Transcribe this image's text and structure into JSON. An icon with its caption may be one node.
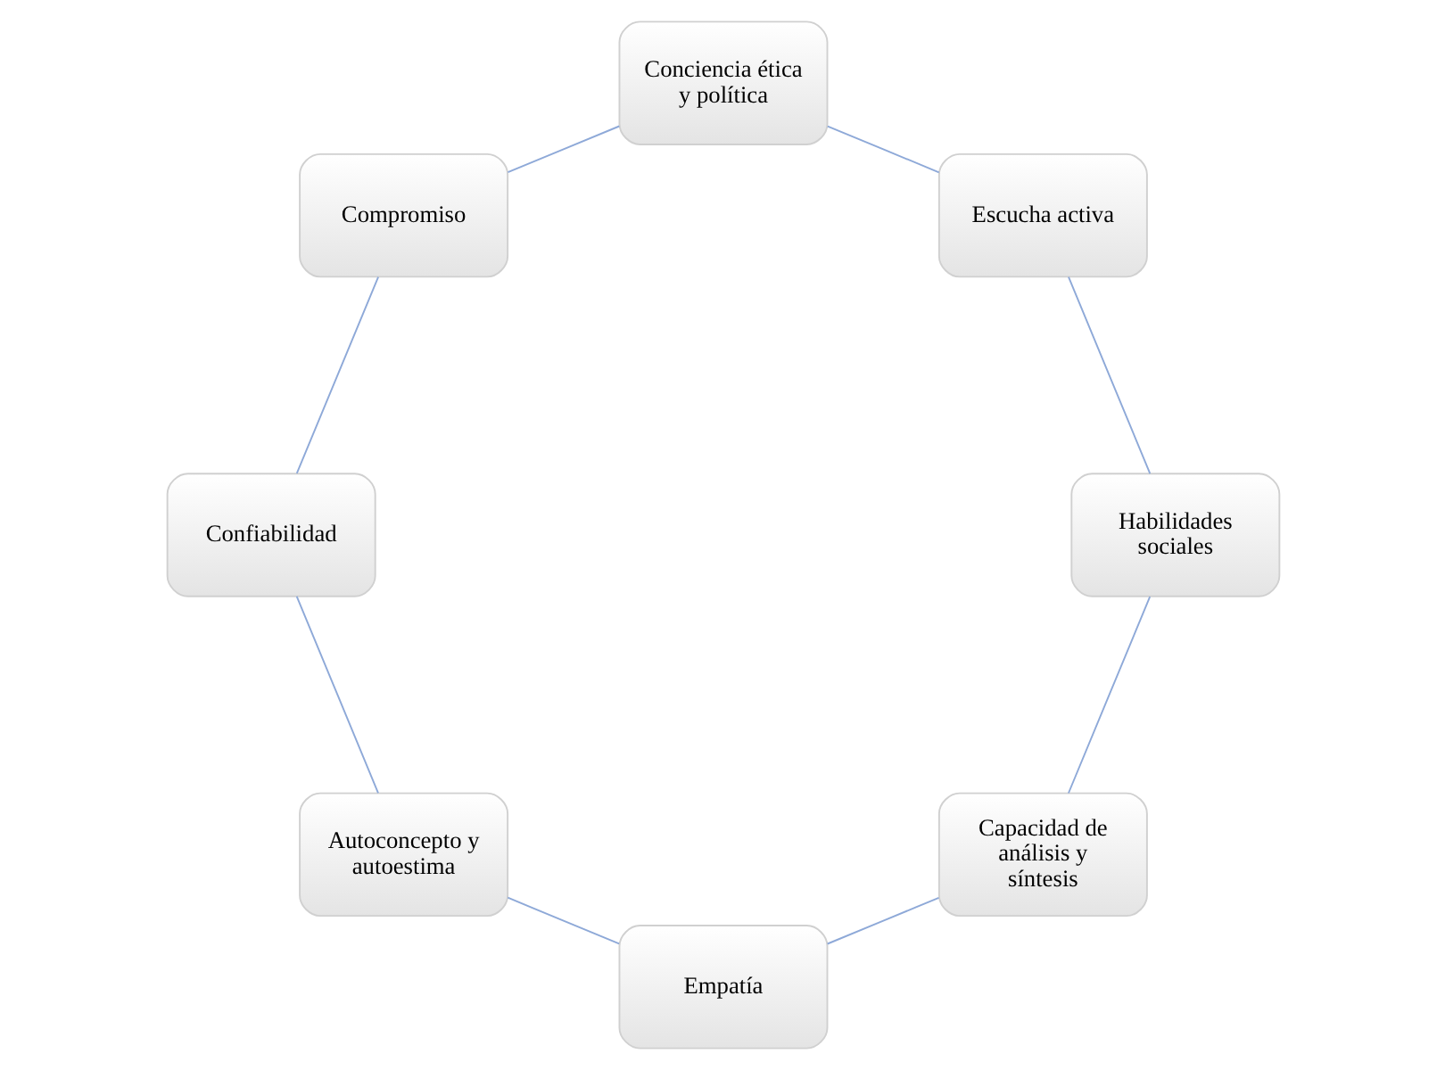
{
  "diagram": {
    "nodes": [
      {
        "text": [
          "Capacidad de análisis y síntesis"
        ]
      },
      {
        "text": [
          "Empatía"
        ]
      },
      {
        "text": [
          "Autoconcepto y autoestima"
        ]
      },
      {
        "text": [
          "Confiabilidad"
        ]
      },
      {
        "text": [
          "Compromiso"
        ]
      },
      {
        "text": [
          "Conciencia ética y política"
        ]
      },
      {
        "text": [
          "Escucha activa"
        ]
      },
      {
        "text": [
          "Habilidades sociales"
        ]
      }
    ],
    "edges": [
      {
        "from": 0,
        "to": 1,
        "arrow": "none"
      },
      {
        "from": 1,
        "to": 2,
        "arrow": "none"
      },
      {
        "from": 2,
        "to": 3,
        "arrow": "none"
      },
      {
        "from": 3,
        "to": 4,
        "arrow": "none"
      },
      {
        "from": 4,
        "to": 5,
        "arrow": "none"
      },
      {
        "from": 5,
        "to": 6,
        "arrow": "none"
      },
      {
        "from": 6,
        "to": 7,
        "arrow": "none"
      },
      {
        "from": 7,
        "to": 0,
        "arrow": "none"
      }
    ]
  }
}
